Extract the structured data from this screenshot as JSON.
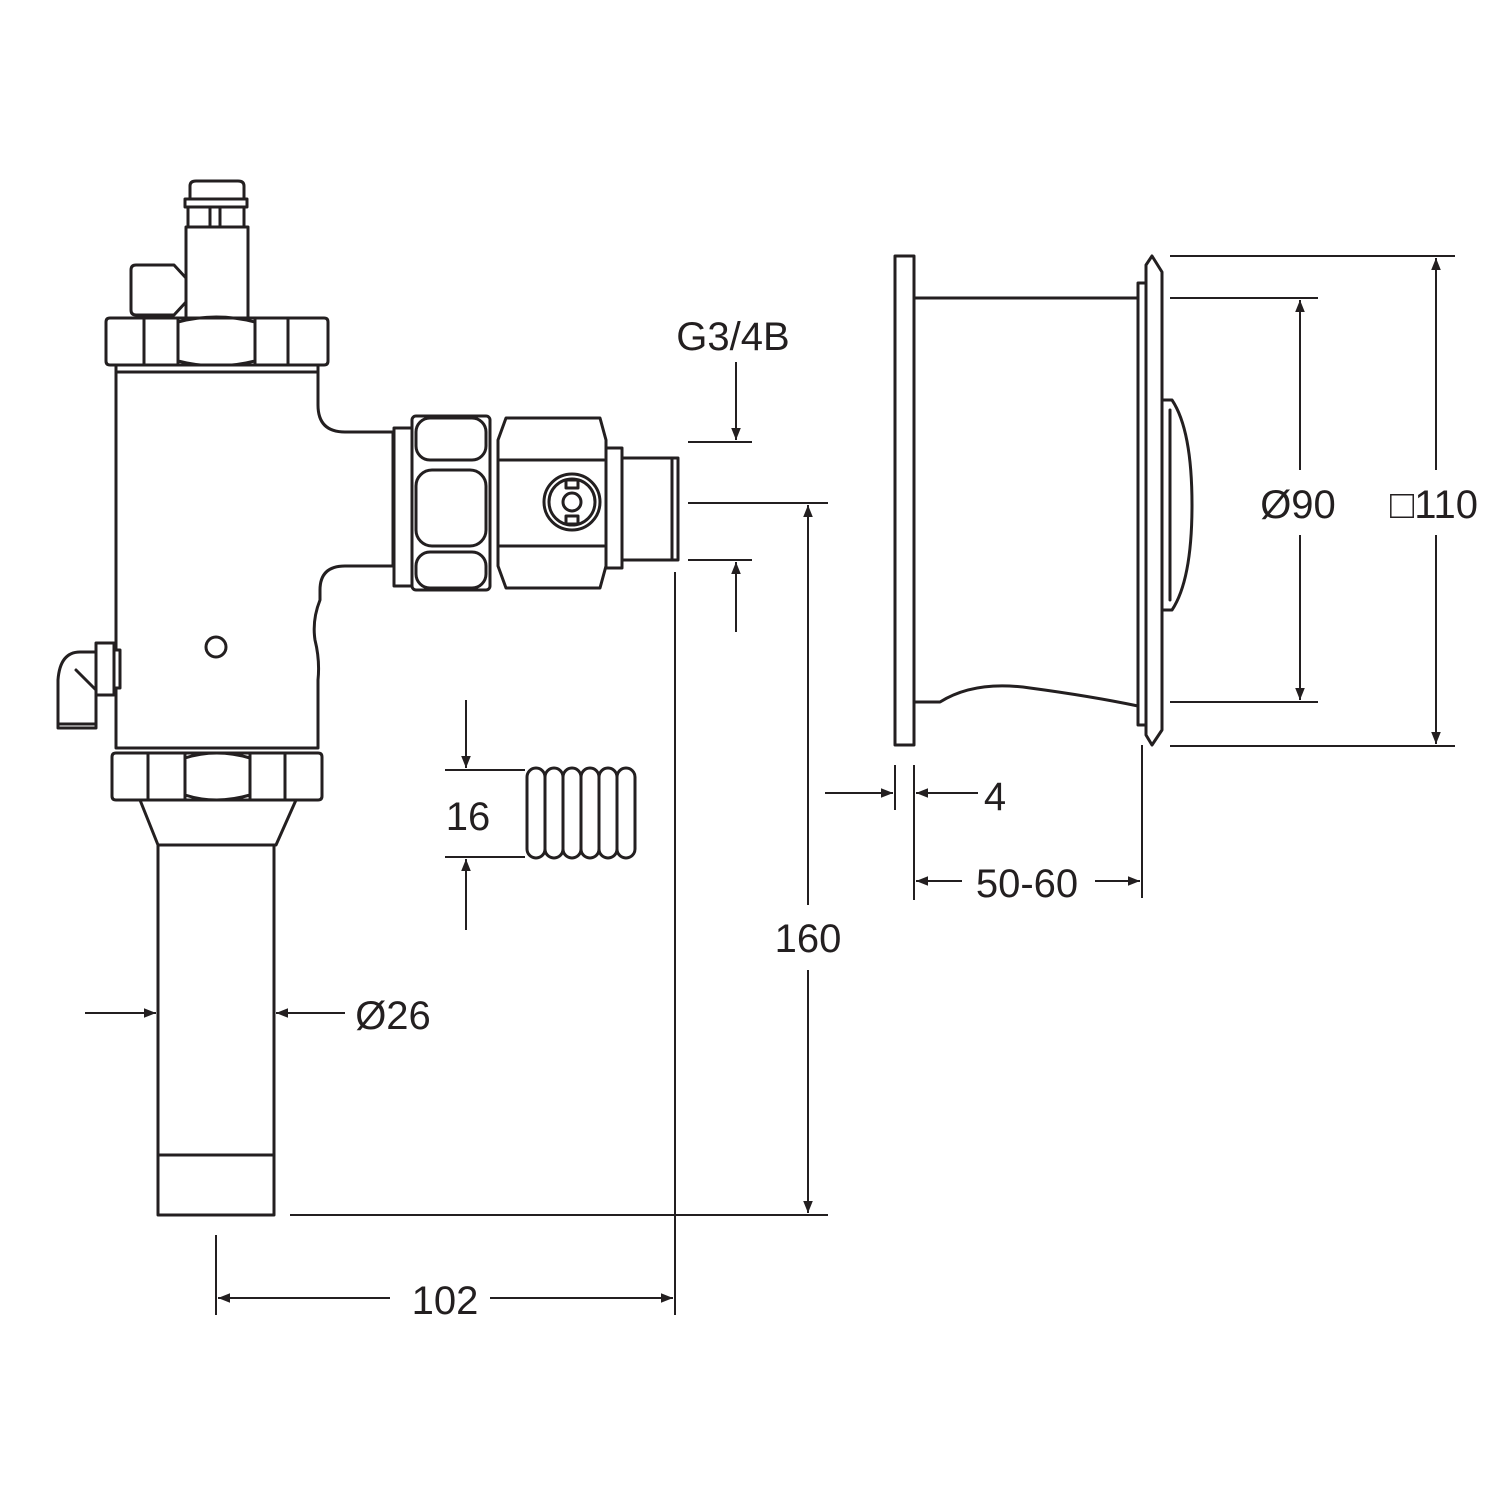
{
  "drawing": {
    "thread_label": "G3/4B",
    "coil_height_label": "16",
    "pipe_diameter_label": "Ø26",
    "height_label": "160",
    "offset_label": "102",
    "flange_thickness_label": "4",
    "wall_depth_label": "50-60",
    "button_diameter_label": "Ø90",
    "plate_size_label": "□110"
  },
  "colors": {
    "line": "#231f20",
    "background": "#ffffff"
  }
}
